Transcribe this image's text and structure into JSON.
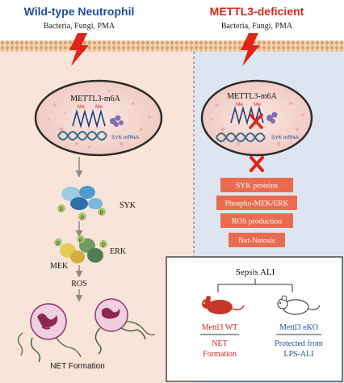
{
  "left_panel": {
    "title": "Wild-type Neutrophil",
    "stimuli": "Bacteria, Fungi, PMA",
    "nucleus": {
      "complex_label": "METTL3-m6A",
      "me_labels": [
        "Me",
        "Me"
      ],
      "mrna_label": "SYK mRNA"
    },
    "pathway": {
      "syk_label": "SYK",
      "p_label": "p",
      "mek_label": "MEK",
      "erk_label": "ERK",
      "ros_label": "ROS",
      "outcome_label": "NET Formation"
    }
  },
  "right_panel": {
    "title": "METTL3-deficient",
    "stimuli": "Bacteria, Fungi, PMA",
    "nucleus": {
      "complex_label": "METTL3-m6A",
      "me_labels": [
        "Me",
        "Me"
      ],
      "mrna_label": "SYK mRNA"
    },
    "effects": [
      "SYK proteins",
      "Phospho-MEK/ERK",
      "ROS production",
      "Net-Netosis"
    ]
  },
  "sepsis_box": {
    "title": "Sepsis ALI",
    "wt": {
      "label": "Mettl3 WT",
      "outcome": [
        "NET",
        "Formation"
      ]
    },
    "eko": {
      "label": "Mettl3 eKO",
      "outcome": [
        "Protected from",
        "LPS-ALI"
      ]
    }
  },
  "colors": {
    "left_bg": "#f9e4da",
    "right_bg": "#dde6f0",
    "title_blue": "#1f4e96",
    "title_red": "#d02a1e",
    "effect_box": "#ea6b50",
    "lightning": "#e1241b",
    "mouse_red": "#c8362a"
  }
}
